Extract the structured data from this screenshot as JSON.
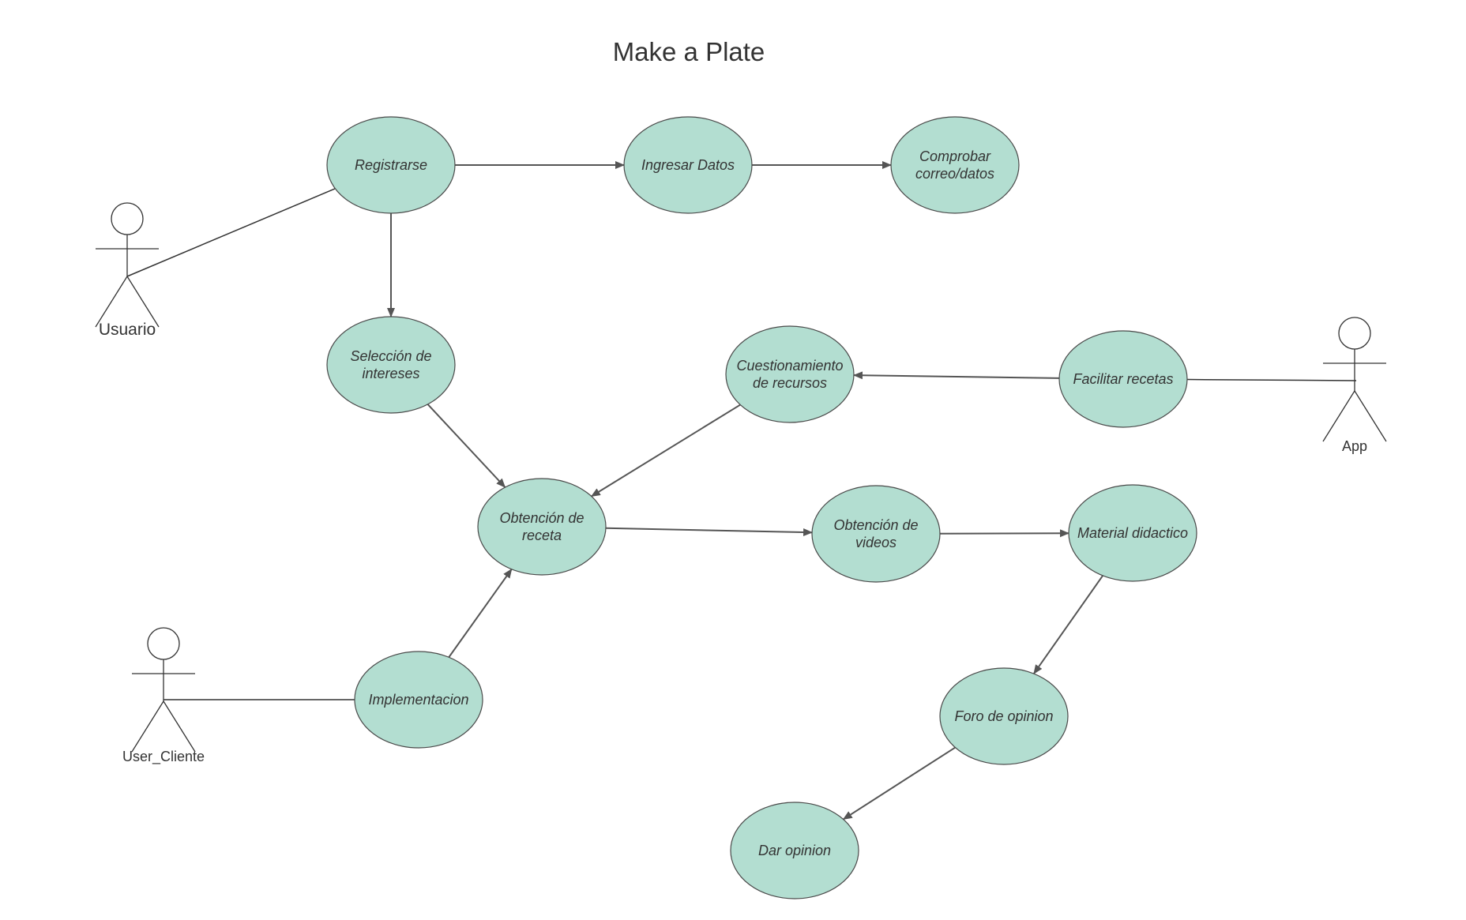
{
  "title": "Make a Plate",
  "colors": {
    "usecase_fill": "#b3ded1",
    "usecase_stroke": "#4a4a4a",
    "line": "#555555",
    "text": "#333333"
  },
  "actors": [
    {
      "id": "usuario",
      "label": "Usuario"
    },
    {
      "id": "app",
      "label": "App"
    },
    {
      "id": "user_cliente",
      "label": "User_Cliente"
    }
  ],
  "use_cases": [
    {
      "id": "registrarse",
      "lines": [
        "Registrarse"
      ]
    },
    {
      "id": "ingresar",
      "lines": [
        "Ingresar Datos"
      ]
    },
    {
      "id": "comprobar",
      "lines": [
        "Comprobar",
        "correo/datos"
      ]
    },
    {
      "id": "seleccion",
      "lines": [
        "Selección de",
        "intereses"
      ]
    },
    {
      "id": "cuestionamiento",
      "lines": [
        "Cuestionamiento",
        "de recursos"
      ]
    },
    {
      "id": "facilitar",
      "lines": [
        "Facilitar recetas"
      ]
    },
    {
      "id": "obtencion_receta",
      "lines": [
        "Obtención de",
        "receta"
      ]
    },
    {
      "id": "obtencion_videos",
      "lines": [
        "Obtención de",
        "videos"
      ]
    },
    {
      "id": "material",
      "lines": [
        "Material didactico"
      ]
    },
    {
      "id": "implementacion",
      "lines": [
        "Implementacion"
      ]
    },
    {
      "id": "foro",
      "lines": [
        "Foro de opinion"
      ]
    },
    {
      "id": "dar_opinion",
      "lines": [
        "Dar opinion"
      ]
    }
  ],
  "relations": [
    {
      "from": "usuario",
      "to": "registrarse",
      "kind": "association"
    },
    {
      "from": "registrarse",
      "to": "ingresar",
      "kind": "directed"
    },
    {
      "from": "ingresar",
      "to": "comprobar",
      "kind": "directed"
    },
    {
      "from": "registrarse",
      "to": "seleccion",
      "kind": "directed"
    },
    {
      "from": "seleccion",
      "to": "obtencion_receta",
      "kind": "directed"
    },
    {
      "from": "cuestionamiento",
      "to": "obtencion_receta",
      "kind": "directed"
    },
    {
      "from": "facilitar",
      "to": "cuestionamiento",
      "kind": "directed"
    },
    {
      "from": "app",
      "to": "facilitar",
      "kind": "association"
    },
    {
      "from": "obtencion_receta",
      "to": "obtencion_videos",
      "kind": "directed"
    },
    {
      "from": "obtencion_videos",
      "to": "material",
      "kind": "directed"
    },
    {
      "from": "implementacion",
      "to": "obtencion_receta",
      "kind": "directed"
    },
    {
      "from": "user_cliente",
      "to": "implementacion",
      "kind": "association"
    },
    {
      "from": "material",
      "to": "foro",
      "kind": "directed"
    },
    {
      "from": "foro",
      "to": "dar_opinion",
      "kind": "directed"
    }
  ]
}
